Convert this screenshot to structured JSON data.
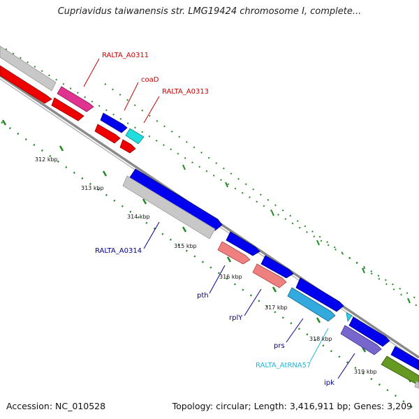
{
  "title": "Cupriavidus taiwanensis str. LMG19424 chromosome I, complete...",
  "footer": {
    "accession": "Accession: NC_010528",
    "summary": "Topology: circular; Length: 3,416,911 bp; Genes: 3,209"
  },
  "scale_labels": [
    "312 kbp",
    "313 kbp",
    "314 kbp",
    "315 kbp",
    "316 kbp",
    "317 kbp",
    "318 kbp",
    "319 kbp"
  ],
  "genes": [
    {
      "name": "RALTA_A0311",
      "color": "#cc0000"
    },
    {
      "name": "coaD",
      "color": "#cc0000"
    },
    {
      "name": "RALTA_A0313",
      "color": "#cc0000"
    },
    {
      "name": "RALTA_A0314",
      "color": "#00008b"
    },
    {
      "name": "pth",
      "color": "#00008b"
    },
    {
      "name": "rplY",
      "color": "#00008b"
    },
    {
      "name": "prs",
      "color": "#00008b"
    },
    {
      "name": "RALTA_AtRNA57",
      "color": "#26b5d6"
    },
    {
      "name": "ipk",
      "color": "#00008b"
    }
  ],
  "colors": {
    "red": "#ee0000",
    "pink": "#e0328f",
    "blue": "#0000ee",
    "cyan": "#22dddd",
    "gray": "#c8c8c8",
    "salmon": "#ee8080",
    "skyblue": "#33aadd",
    "purple": "#7766cc",
    "olive": "#669922",
    "backbone": "#888888",
    "tick": "#228822"
  }
}
